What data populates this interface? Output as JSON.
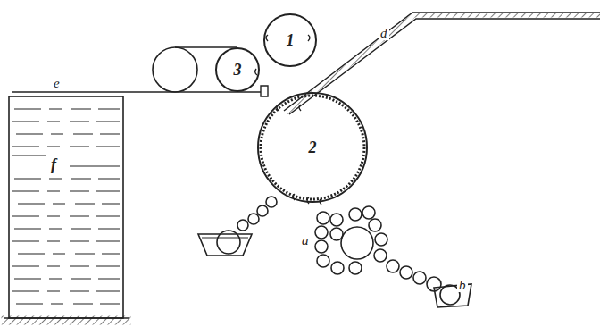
{
  "diagram": {
    "nodes": [
      {
        "text": [
          "1"
        ]
      },
      {
        "text": [
          "3"
        ]
      },
      {
        "text": [
          "2"
        ]
      },
      {
        "text": [
          "f"
        ]
      }
    ],
    "labels": [
      "d",
      "e",
      "a",
      "b"
    ]
  }
}
